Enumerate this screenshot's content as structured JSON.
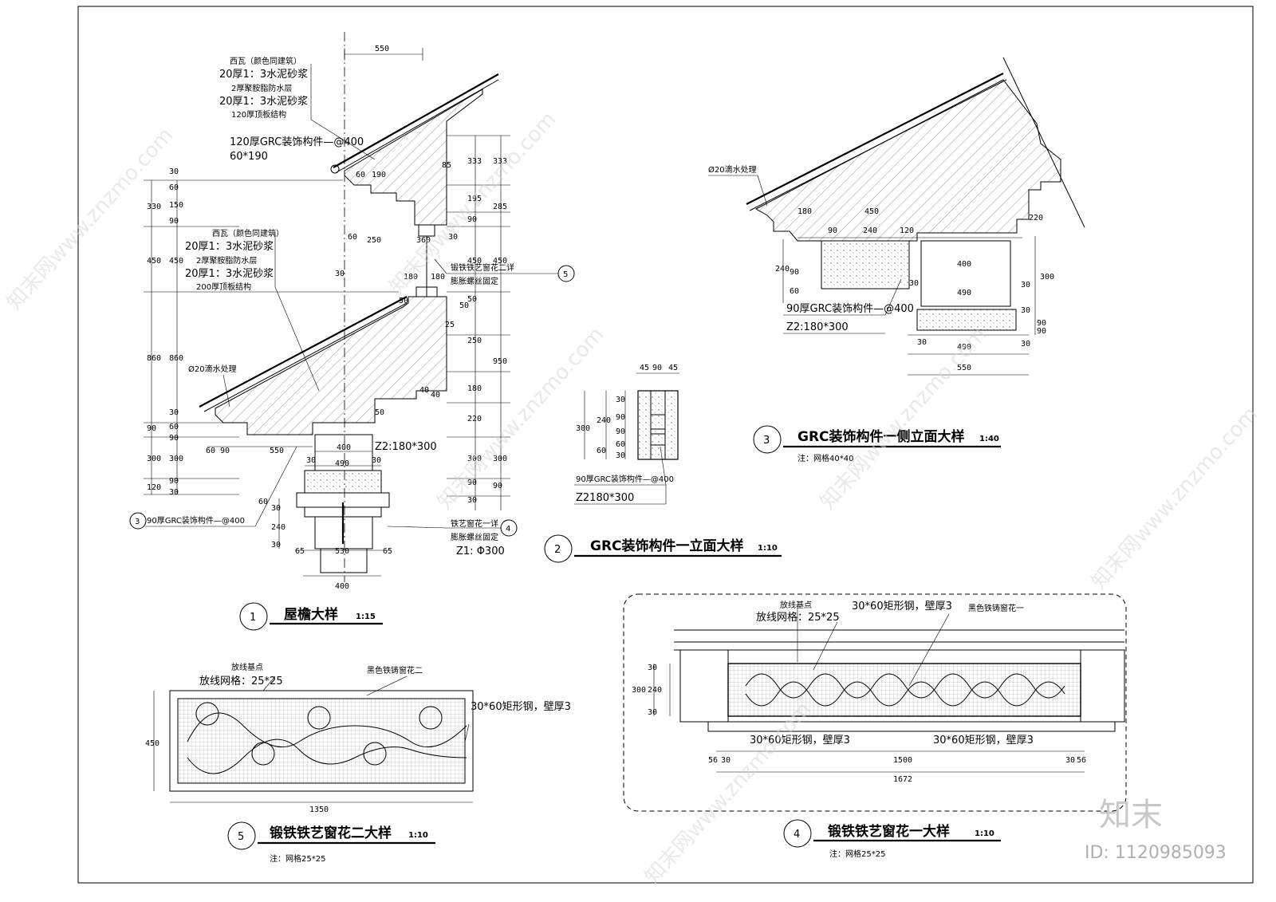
{
  "watermark": {
    "site": "知末网www.znzmo.com",
    "brand": "知末",
    "id": "ID: 1120985093"
  },
  "d1": {
    "callout_top": [
      "西瓦（颜色同建筑）",
      "20厚1：3水泥砂浆",
      "2厚聚胺脂防水层",
      "20厚1：3水泥砂浆",
      "120厚顶板结构"
    ],
    "callout_bottom": [
      "西瓦（颜色同建筑）",
      "20厚1：3水泥砂浆",
      "2厚聚胺脂防水层",
      "20厚1：3水泥砂浆",
      "200厚顶板结构"
    ],
    "grc_top": "120厚GRC装饰构件—@400",
    "grc_top_size": "60*190",
    "drip": "Ø20滴水处理",
    "grc_bottom": "90厚GRC装饰构件—@400",
    "iron_note1": "锻铁铁艺窗花二详",
    "iron_note1b": "膨胀螺丝固定",
    "iron_note2": "铁艺窗花一详",
    "iron_note2b": "膨胀螺丝固定",
    "z2": "Z2:180*300",
    "z1": "Z1: Φ300",
    "ref5": "5",
    "ref4": "4",
    "ref3": "3",
    "dims": {
      "top550": "550",
      "d60a": "60",
      "d190": "190",
      "d85": "85",
      "d60b": "60",
      "d250": "250",
      "d360": "360",
      "d30a": "30",
      "d30b": "30",
      "d180a": "180",
      "d180b": "180",
      "d50a": "50",
      "d50b": "50",
      "d25": "25",
      "d40a": "40",
      "d40b": "40",
      "d50c": "50",
      "d60c": "60",
      "d90a": "90",
      "d550b": "550",
      "d400a": "400",
      "d30c": "30",
      "d490": "490",
      "d30d": "30",
      "d60d": "60",
      "d30e": "30",
      "d240": "240",
      "d30f": "30",
      "d65a": "65",
      "d530": "530",
      "d65b": "65",
      "d400b": "400",
      "l330": "330",
      "l450": "450",
      "l860": "860",
      "l90": "90",
      "l300": "300",
      "l120": "120",
      "l30a": "30",
      "l60a": "60",
      "l150": "150",
      "l90b": "90",
      "l450b": "450",
      "l860b": "860",
      "l30b": "30",
      "l60b": "60",
      "l90c": "90",
      "l300b": "300",
      "l90d": "90",
      "l30c": "30",
      "r333a": "333",
      "r195": "195",
      "r90a": "90",
      "r450": "450",
      "r50": "50",
      "r250": "250",
      "r180": "180",
      "r220": "220",
      "r300": "300",
      "r90b": "90",
      "r30": "30",
      "rr333": "333",
      "rr285": "285",
      "rr450": "450",
      "rr950": "950",
      "rr300": "300",
      "rr90": "90"
    },
    "num": "1",
    "title": "屋檐大样",
    "scale": "1:15"
  },
  "d2": {
    "dims": {
      "t45a": "45",
      "t90": "90",
      "t45b": "45",
      "l300": "300",
      "l240": "240",
      "l60": "60",
      "l30a": "30",
      "l90a": "90",
      "l90b": "90",
      "l60b": "60",
      "l30b": "30"
    },
    "note1": "90厚GRC装饰构件—@400",
    "note2": "Z2180*300",
    "num": "2",
    "title": "GRC装饰构件一立面大样",
    "scale": "1:10"
  },
  "d3": {
    "drip": "Ø20滴水处理",
    "dims": {
      "d180": "180",
      "d450": "450",
      "d90": "90",
      "d240": "240",
      "d120": "120",
      "d400": "400",
      "d490a": "490",
      "d30a": "30",
      "d490b": "490",
      "d30b": "30",
      "d550": "550",
      "l240": "240",
      "l90": "90",
      "l60": "60",
      "r220": "220",
      "r300": "300",
      "r30": "30",
      "r90": "90",
      "r30b": "30",
      "r30c": "30",
      "r90b": "90"
    },
    "note1": "90厚GRC装饰构件—@400",
    "note2": "Z2:180*300",
    "num": "3",
    "title": "GRC装饰构件一侧立面大样",
    "scale": "1:40",
    "remark": "注：网格40*40"
  },
  "d4": {
    "label1": "放线基点",
    "label2": "放线网格：25*25",
    "tube_top": "30*60矩形钢，壁厚3",
    "iron_name": "黑色铁铸窗花一",
    "tube_left": "30*60矩形钢，壁厚3",
    "tube_right": "30*60矩形钢，壁厚3",
    "dims": {
      "l300": "300",
      "l30a": "30",
      "l240": "240",
      "l30b": "30",
      "b56a": "56",
      "b30a": "30",
      "b1500": "1500",
      "b30b": "30",
      "b56b": "56",
      "b1672": "1672"
    },
    "num": "4",
    "title": "锻铁铁艺窗花一大样",
    "scale": "1:10",
    "remark": "注：网格25*25"
  },
  "d5": {
    "label1": "放线基点",
    "label2": "放线网格：25*25",
    "iron_name": "黑色铁铸窗花二",
    "tube": "30*60矩形钢，壁厚3",
    "dims": {
      "h450": "450",
      "w1350": "1350"
    },
    "num": "5",
    "title": "锻铁铁艺窗花二大样",
    "scale": "1:10",
    "remark": "注：网格25*25"
  }
}
